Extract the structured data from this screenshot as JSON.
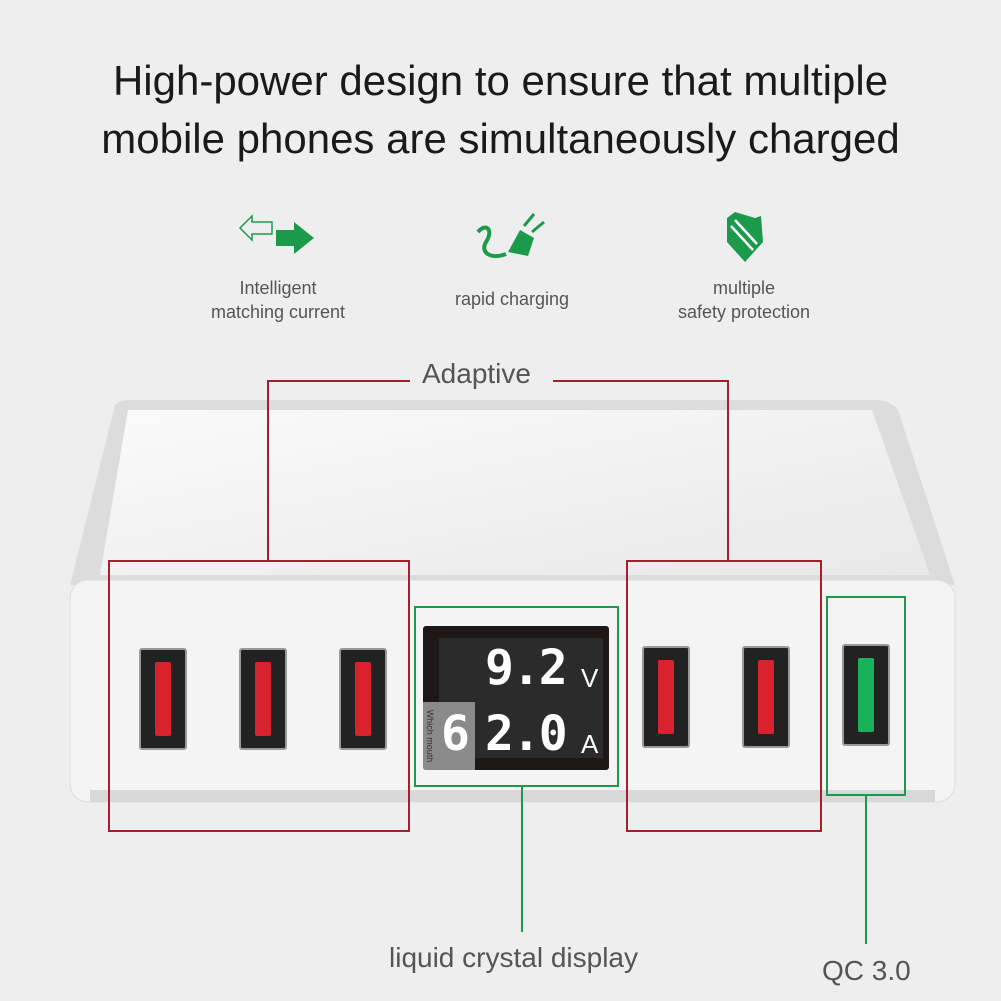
{
  "headline": {
    "line1": "High-power design to ensure that multiple",
    "line2": "mobile phones are simultaneously charged"
  },
  "features": [
    {
      "icon": "arrows-exchange-icon",
      "line1": "Intelligent",
      "line2": "matching current"
    },
    {
      "icon": "plug-icon",
      "line1": "rapid charging",
      "line2": ""
    },
    {
      "icon": "shield-icon",
      "line1": "multiple",
      "line2": "safety protection"
    }
  ],
  "callouts": {
    "adaptive": "Adaptive",
    "lcd": "liquid crystal display",
    "qc": "QC 3.0"
  },
  "display": {
    "voltage": "9.2",
    "voltage_unit": "V",
    "port": "6",
    "current": "2.0",
    "current_unit": "A",
    "port_label": "Which mouth"
  },
  "colors": {
    "red": "#a3202d",
    "green": "#1b9a4b",
    "background": "#eeeeee"
  }
}
